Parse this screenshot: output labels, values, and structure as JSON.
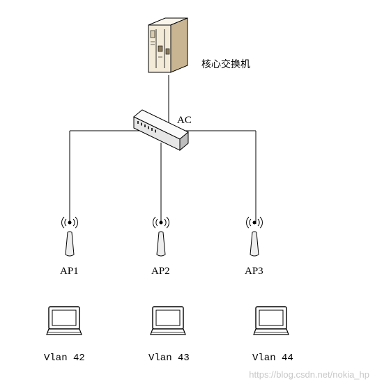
{
  "core_switch": {
    "label": "核心交换机",
    "icon": "server-icon"
  },
  "controller": {
    "label": "AC",
    "icon": "switch-icon"
  },
  "access_points": [
    {
      "label": "AP1",
      "icon": "wireless-ap-icon"
    },
    {
      "label": "AP2",
      "icon": "wireless-ap-icon"
    },
    {
      "label": "AP3",
      "icon": "wireless-ap-icon"
    }
  ],
  "clients": [
    {
      "label": "Vlan 42",
      "icon": "laptop-icon"
    },
    {
      "label": "Vlan 43",
      "icon": "laptop-icon"
    },
    {
      "label": "Vlan 44",
      "icon": "laptop-icon"
    }
  ],
  "watermark": "https://blog.csdn.net/nokia_hp",
  "colors": {
    "line": "#000000",
    "device_fill": "#f3f3f3",
    "server_fill": "#f3ead8",
    "watermark": "#c8c8c8"
  }
}
